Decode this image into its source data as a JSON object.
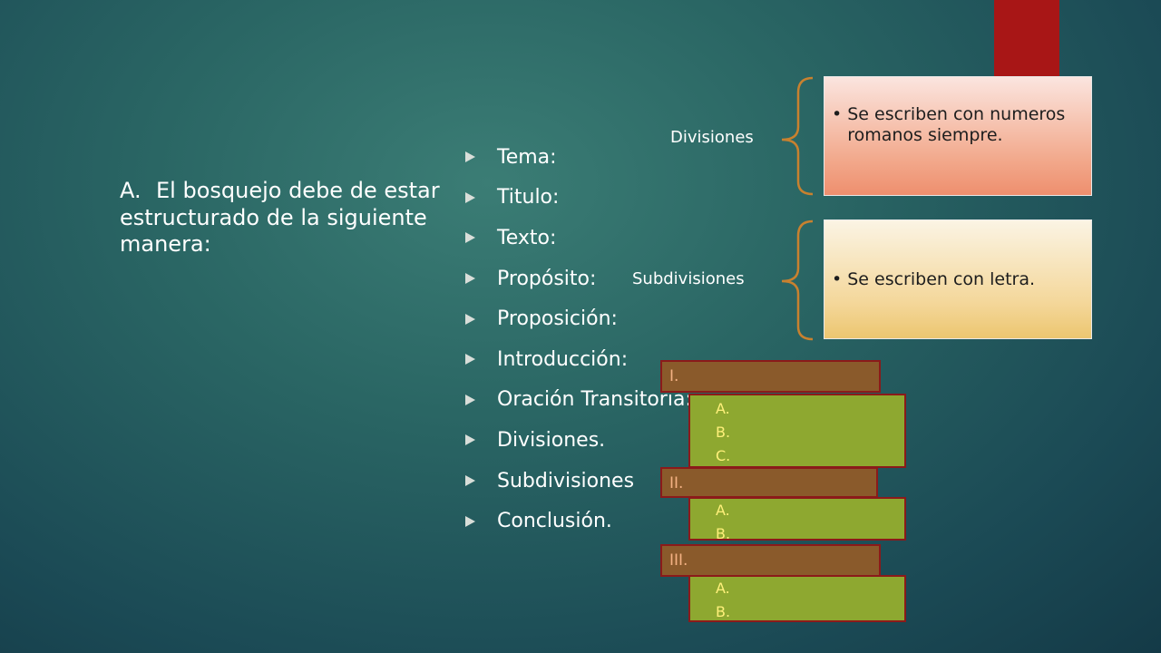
{
  "intro": {
    "letter": "A.",
    "text": "El bosquejo debe de estar estructurado de la siguiente manera:"
  },
  "bullets": [
    "Tema:",
    "Titulo:",
    "Texto:",
    "Propósito:",
    "Proposición:",
    "Introducción:",
    "Oración Transitoria:",
    "Divisiones.",
    "Subdivisiones",
    "Conclusión."
  ],
  "divisiones": {
    "label": "Divisiones",
    "bullet": "•",
    "text": "Se escriben con numeros romanos siempre."
  },
  "subdivisiones": {
    "label": "Subdivisiones",
    "bullet": "•",
    "text": "Se escriben con letra."
  },
  "outline": {
    "sections": [
      {
        "numeral": "I.",
        "letters": [
          "A.",
          "B.",
          "C."
        ]
      },
      {
        "numeral": "II.",
        "letters": [
          "A.",
          "B."
        ]
      },
      {
        "numeral": "III.",
        "letters": [
          "A.",
          "B."
        ]
      }
    ]
  },
  "colors": {
    "accent_red": "#a81616",
    "bracket": "#c8812f",
    "outline_brown": "#8a5a2b",
    "outline_green": "#8ea830"
  }
}
